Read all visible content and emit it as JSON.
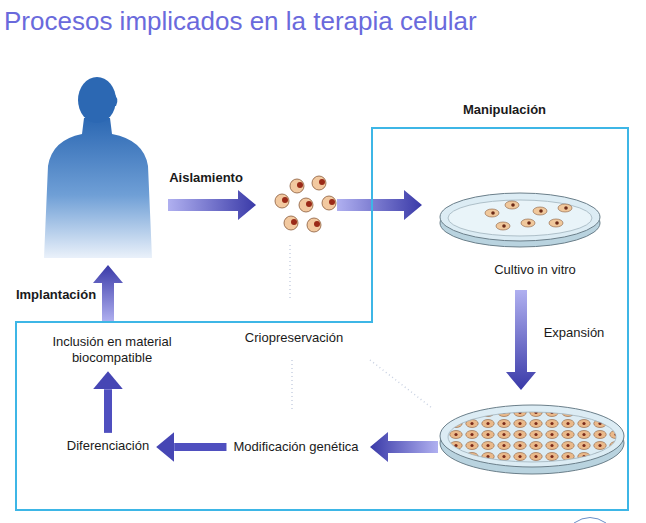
{
  "diagram": {
    "title": "Procesos implicados en la terapia celular",
    "nodes": [
      {
        "text": [
          "Manipulación"
        ]
      },
      {
        "text": [
          "Cultivo in vitro"
        ],
        "in": 0
      },
      {
        "text": [
          "Criopreservación"
        ],
        "in": 0
      },
      {
        "text": [
          "Modificación genética"
        ],
        "in": 0
      },
      {
        "text": [
          "Diferenciación"
        ],
        "in": 0
      },
      {
        "text": [
          "Inclusión en material biocompatible"
        ],
        "in": 0
      }
    ],
    "edges": [
      {
        "from": 3,
        "to": 4,
        "arrow": "to"
      },
      {
        "from": 4,
        "to": 5,
        "arrow": "to"
      }
    ],
    "labels": [
      "Aislamiento",
      "Implantación",
      "Expansión"
    ]
  }
}
